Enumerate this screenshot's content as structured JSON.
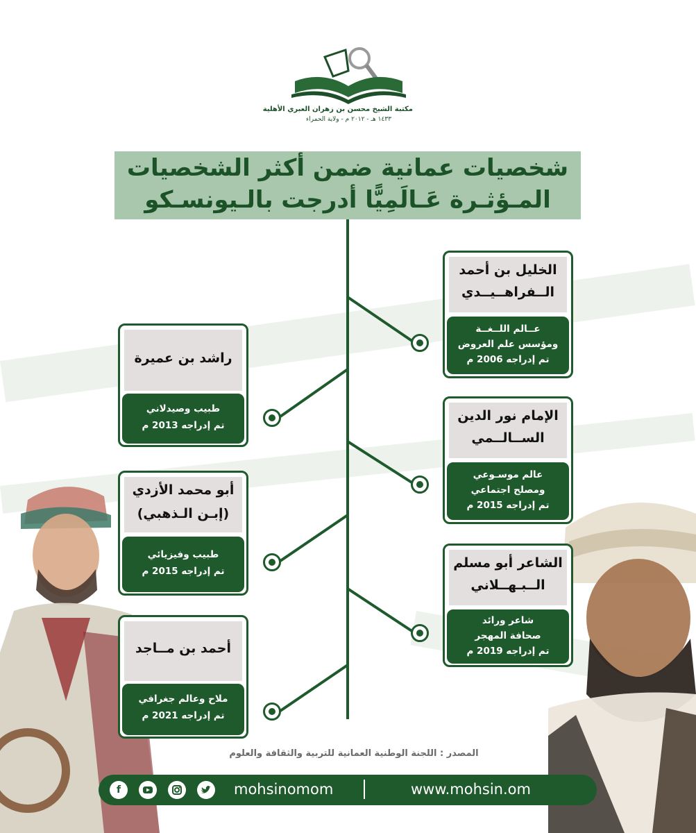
{
  "logo": {
    "line1": "مكتبة الشيخ محسن بن زهران العبري الأهلية",
    "line2": "١٤٣٣ هـ - ٢٠١٢ م - ولاية الحمراء"
  },
  "title": {
    "line1": "شخصيات عمانية ضمن أكثر الشخصيات",
    "line2": "المـؤثـرة عَـالَمِيًّا أدرجت بالـيونسـكو"
  },
  "right_cards": [
    {
      "name1": "الخليل بن أحمد",
      "name2": "الــفراهــيــدي",
      "desc1": "عــالم اللــغــة",
      "desc2": "ومؤسس علم العروض",
      "year": "تم إدراجه 2006 م"
    },
    {
      "name1": "الإمام نور الدين",
      "name2": "الســالــمي",
      "desc1": "عالم موسـوعي",
      "desc2": "ومصلح اجتماعي",
      "year": "تم إدراجه 2015 م"
    },
    {
      "name1": "الشاعر أبو مسلم",
      "name2": "الــبـهــلاني",
      "desc1": "شاعر ورائد",
      "desc2": "صحافة المهجر",
      "year": "تم إدراجه 2019 م"
    }
  ],
  "left_cards": [
    {
      "name1": "راشد بن عميرة",
      "name2": "",
      "desc1": "طبيب وصيدلاني",
      "year": "تم إدراجه 2013 م"
    },
    {
      "name1": "أبو محمد الأزدي",
      "name2": "(إبـن الـذهبي)",
      "desc1": "طبيب وفيزيائي",
      "year": "تم إدراجه 2015 م"
    },
    {
      "name1": "أحمد بن مــاجد",
      "name2": "",
      "desc1": "ملاح وعالم جغرافي",
      "year": "تم إدراجه 2021 م"
    }
  ],
  "source": "المصدر : اللجنة الوطنية العمانية للتربية والثقافة والعلوم",
  "footer": {
    "handle": "mohsinomom",
    "separator": "|",
    "site": "www.mohsin.om",
    "icons": [
      "facebook-icon",
      "youtube-icon",
      "instagram-icon",
      "twitter-icon"
    ]
  },
  "colors": {
    "primary_green": "#1f5a2d",
    "title_bg": "#a9c7ac",
    "name_bg": "#e4dfdf"
  }
}
